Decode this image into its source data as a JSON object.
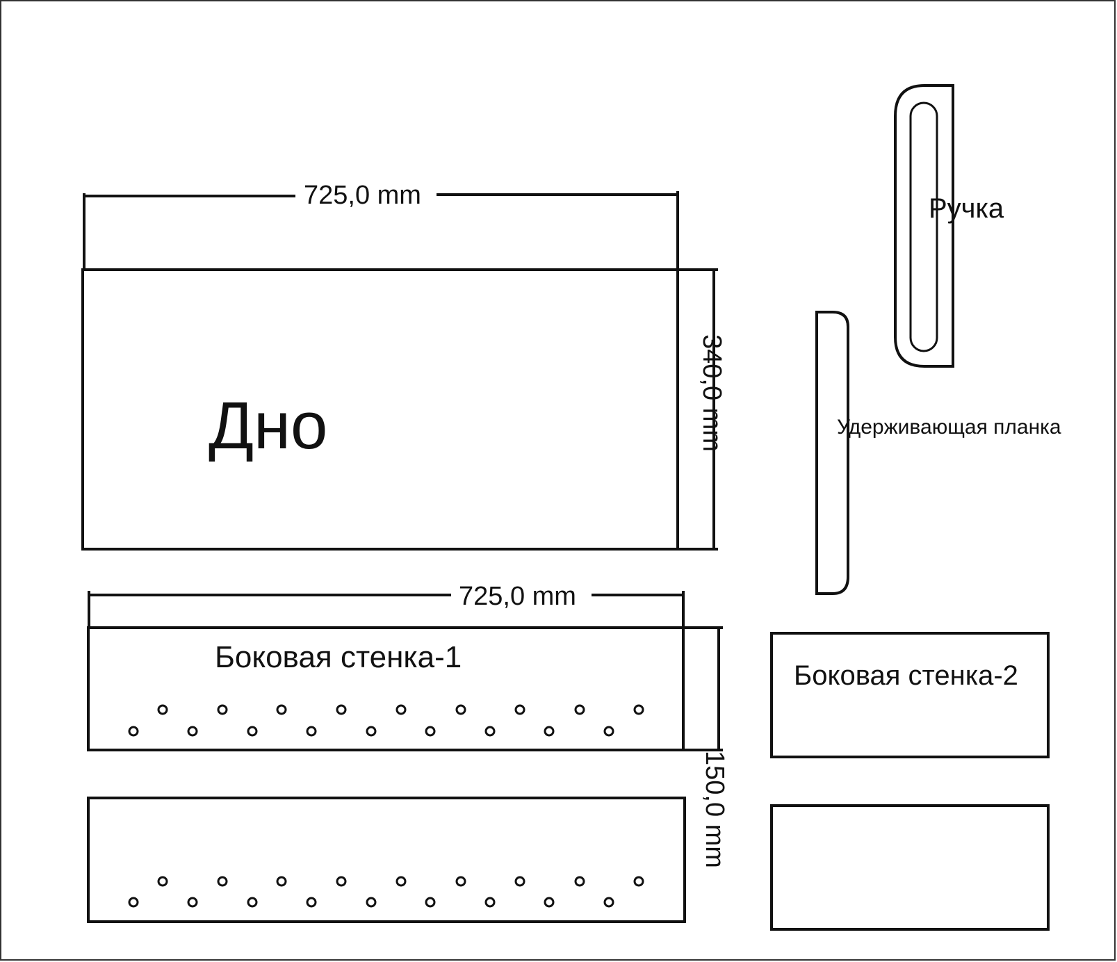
{
  "parts": {
    "bottom": {
      "label": "Дно",
      "width_dim": "725,0 mm",
      "height_dim": "340,0 mm"
    },
    "side1": {
      "label": "Боковая стенка-1",
      "width_dim": "725,0 mm",
      "height_dim": "150,0 mm"
    },
    "side2": {
      "label": "Боковая стенка-2"
    },
    "handle": {
      "label": "Ручка"
    },
    "strip": {
      "label": "Удерживающая планка"
    }
  },
  "colors": {
    "line": "#111111",
    "background": "#ffffff"
  }
}
